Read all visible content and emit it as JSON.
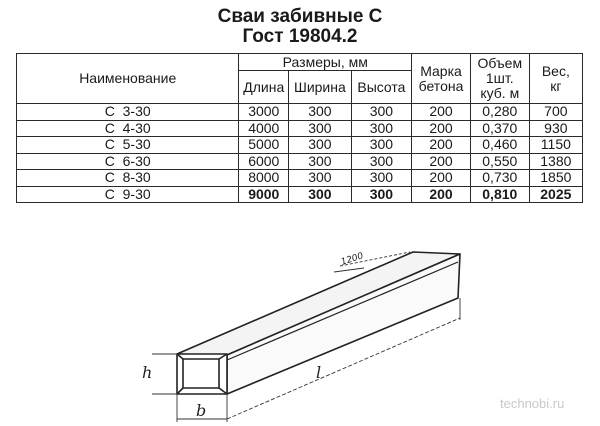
{
  "title": {
    "line1": "Сваи забивные С",
    "line2": "Гост 19804.2"
  },
  "table": {
    "headers": {
      "name": "Наименование",
      "dimensions_group": "Размеры, мм",
      "length": "Длина",
      "width": "Ширина",
      "height": "Высота",
      "concrete_grade": "Марка бетона",
      "volume": "Объем 1шт. куб. м",
      "weight": "Вес, кг"
    },
    "rows": [
      {
        "name": "С  3-30",
        "length": "3000",
        "width": "300",
        "height": "300",
        "grade": "200",
        "volume": "0,280",
        "weight": "700"
      },
      {
        "name": "С  4-30",
        "length": "4000",
        "width": "300",
        "height": "300",
        "grade": "200",
        "volume": "0,370",
        "weight": "930"
      },
      {
        "name": "С  5-30",
        "length": "5000",
        "width": "300",
        "height": "300",
        "grade": "200",
        "volume": "0,460",
        "weight": "1150"
      },
      {
        "name": "С  6-30",
        "length": "6000",
        "width": "300",
        "height": "300",
        "grade": "200",
        "volume": "0,550",
        "weight": "1380"
      },
      {
        "name": "С  8-30",
        "length": "8000",
        "width": "300",
        "height": "300",
        "grade": "200",
        "volume": "0,730",
        "weight": "1850"
      },
      {
        "name": "С  9-30",
        "length": "9000",
        "width": "300",
        "height": "300",
        "grade": "200",
        "volume": "0,810",
        "weight": "2025"
      }
    ]
  },
  "drawing": {
    "label_height": "h",
    "label_width": "b",
    "label_length": "l",
    "label_dimension": "1200"
  },
  "watermark": "technobi.ru"
}
